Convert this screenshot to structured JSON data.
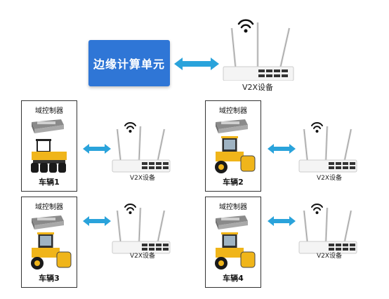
{
  "edge_unit": {
    "label": "边缘计算单元"
  },
  "central_device": {
    "label": "V2X设备"
  },
  "nodes": [
    {
      "controller_label": "域控制器",
      "vehicle_label": "车辆1",
      "device_label": "V2X设备"
    },
    {
      "controller_label": "域控制器",
      "vehicle_label": "车辆2",
      "device_label": "V2X设备"
    },
    {
      "controller_label": "域控制器",
      "vehicle_label": "车辆3",
      "device_label": "V2X设备"
    },
    {
      "controller_label": "域控制器",
      "vehicle_label": "车辆4",
      "device_label": "V2X设备"
    }
  ],
  "colors": {
    "edge_box": "#2f76d6",
    "arrow": "#2aa3db",
    "vehicle_body": "#f0b51a",
    "router_body": "#f4f4f4"
  }
}
